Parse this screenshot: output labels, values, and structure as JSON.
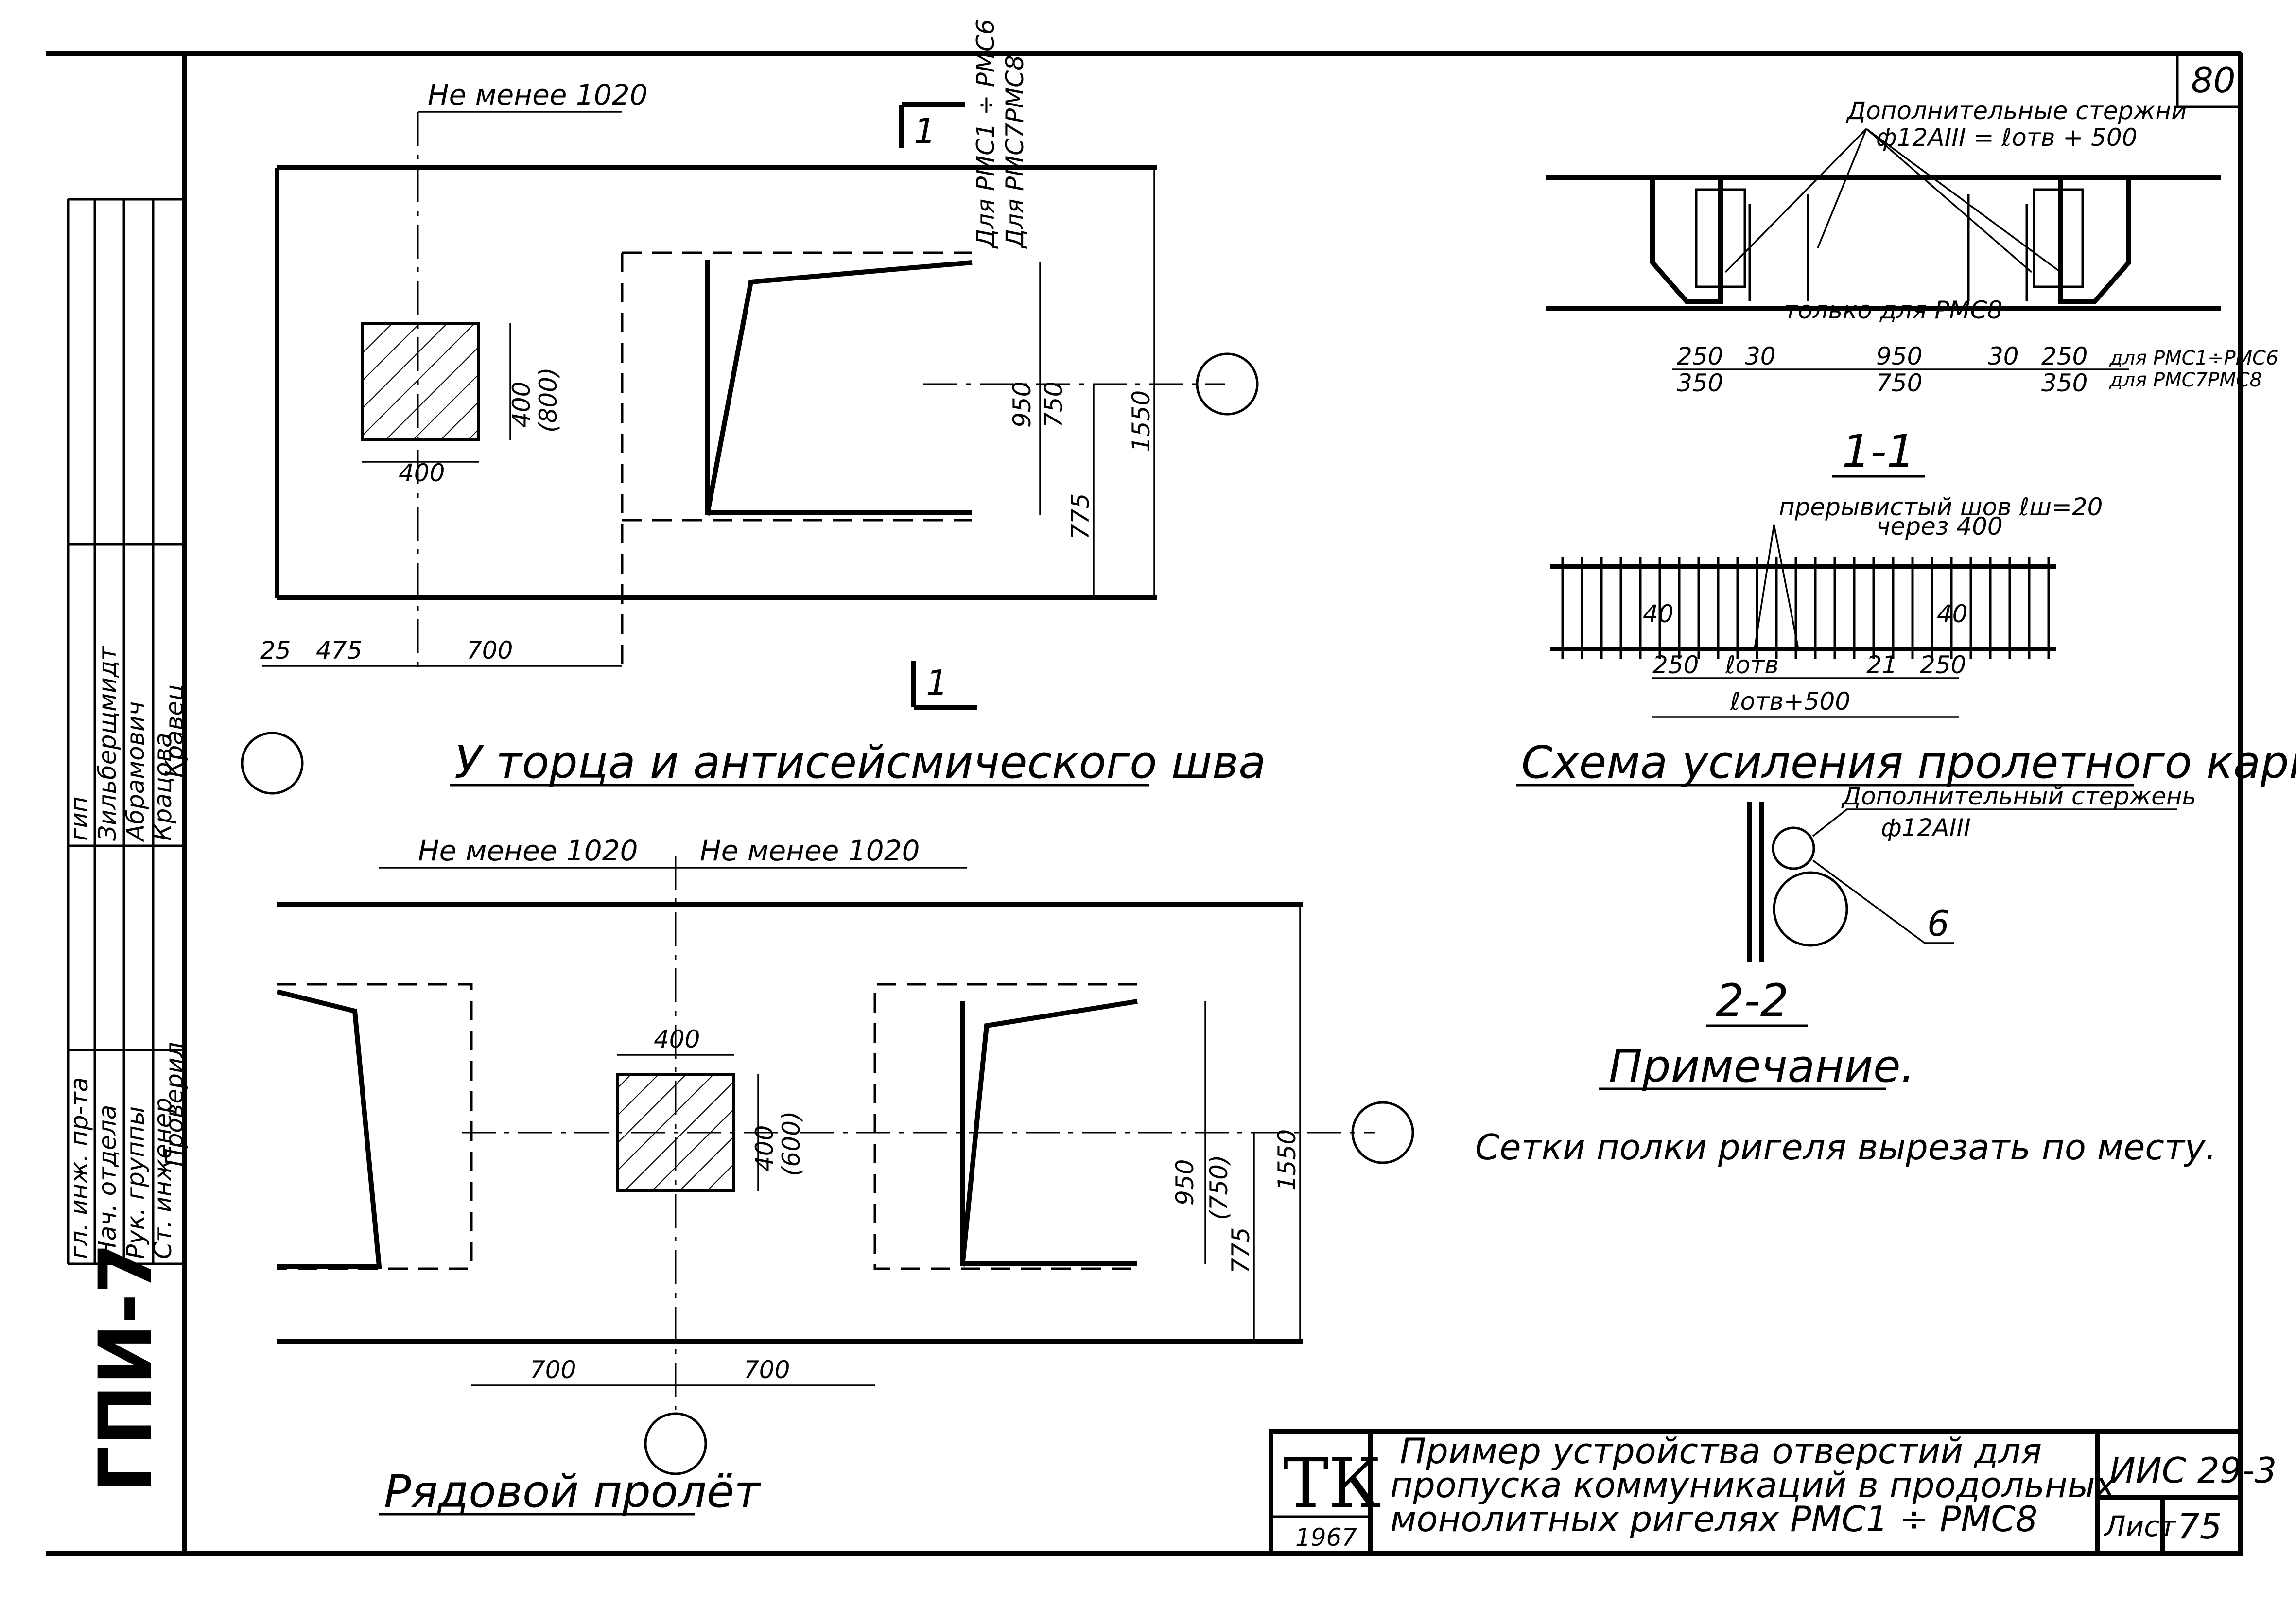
{
  "sheet_number_top": "80",
  "left_strip": {
    "code": "ГПИ-7",
    "roles": [
      "гл. инж. пр-та",
      "Нач. отдела",
      "Рук. группы",
      "Ст. инженер",
      "Проверил"
    ],
    "role_last_header": "гип",
    "names": [
      "Зильберщмидт",
      "Абрамович",
      "Крацова",
      "Кравец"
    ]
  },
  "end_view": {
    "label_not_less": "Не менее 1020",
    "for_rmc1_6": "Для РМС1 ÷ РМС6",
    "for_rmc7_8": "Для РМС7РМС8",
    "section_marker": "1",
    "dims": {
      "square_w": "400",
      "square_h": "400",
      "square_h_alt": "(800)",
      "d950": "950",
      "d750": "750",
      "d1550": "1550",
      "d775": "775",
      "d25": "25",
      "d475": "475",
      "d700": "700"
    },
    "caption": "У торца и антисейсмического шва"
  },
  "span_view": {
    "label_not_less_1": "Не менее 1020",
    "label_not_less_2": "Не менее 1020",
    "dims": {
      "square_w": "400",
      "square_h": "400",
      "square_h_alt": "(600)",
      "d950": "950",
      "d750": "(750)",
      "d775": "775",
      "d1550": "1550",
      "d700a": "700",
      "d700b": "700"
    },
    "caption": "Рядовой пролёт"
  },
  "section_1_1": {
    "note_bars": "Дополнительные стержни",
    "note_bars_formula": "ф12АIII = ℓотв + 500",
    "note_only": "только для РМС8",
    "dims_top": [
      "250",
      "30",
      "950",
      "30",
      "250"
    ],
    "dims_bottom": [
      "350",
      "750",
      "350"
    ],
    "right_note_1": "для РМС1÷РМС6",
    "right_note_2": "для РМС7РМС8",
    "caption": "1-1"
  },
  "scheme": {
    "weld_note": "прерывистый шов ℓш=20",
    "weld_note_2": "через 400",
    "dims": [
      "40",
      "250",
      "ℓотв",
      "21",
      "250",
      "40"
    ],
    "dim_total": "ℓотв+500",
    "caption": "Схема усиления пролетного каркаса"
  },
  "section_2_2": {
    "bar_note": "Дополнительный стержень",
    "bar_note_2": "ф12АIII",
    "callout": "6",
    "caption": "2-2"
  },
  "note": {
    "heading": "Примечание.",
    "text": "Сетки полки ригеля вырезать по месту."
  },
  "title_block": {
    "logo": "ТК",
    "year": "1967",
    "title_1": "Пример устройства отверстий для",
    "title_2": "пропуска коммуникаций в продольных",
    "title_3": "монолитных ригелях РМС1 ÷ РМС8",
    "series": "ИИС 29-3",
    "sheet_label": "Лист",
    "sheet_no": "75"
  }
}
